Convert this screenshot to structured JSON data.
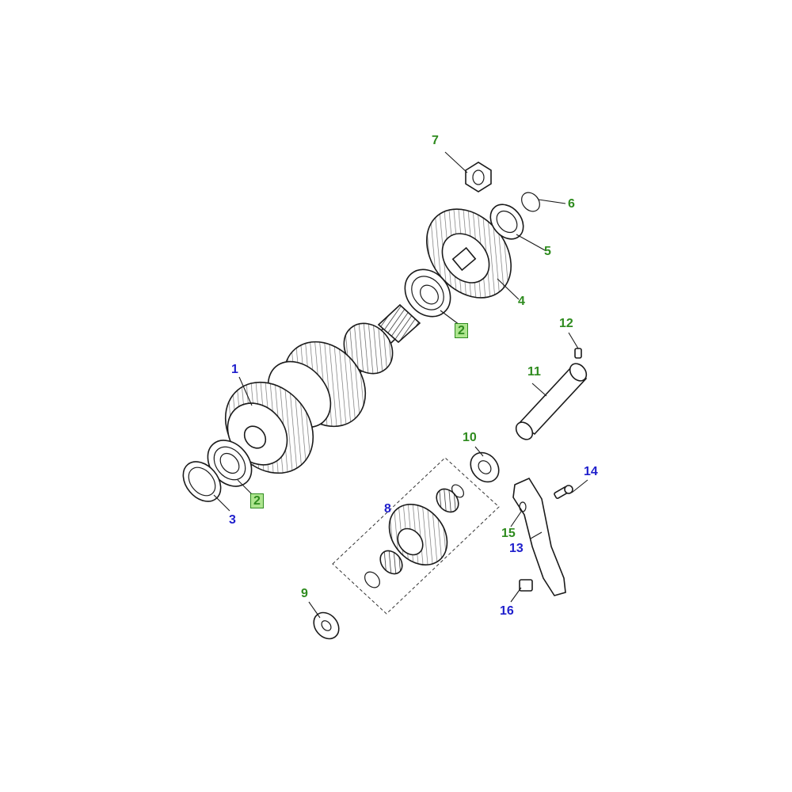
{
  "colors": {
    "primary_callout": "#1f1fcc",
    "secondary_callout": "#2e8b1e",
    "boxed_callout_fill": "#aee58f"
  },
  "callouts": [
    {
      "id": "c1",
      "text": "1",
      "style": "blue"
    },
    {
      "id": "c2a",
      "text": "2",
      "style": "boxed"
    },
    {
      "id": "c2b",
      "text": "2",
      "style": "boxed"
    },
    {
      "id": "c3",
      "text": "3",
      "style": "blue"
    },
    {
      "id": "c4",
      "text": "4",
      "style": "green"
    },
    {
      "id": "c5",
      "text": "5",
      "style": "green"
    },
    {
      "id": "c6",
      "text": "6",
      "style": "green"
    },
    {
      "id": "c7",
      "text": "7",
      "style": "green"
    },
    {
      "id": "c8",
      "text": "8",
      "style": "blue"
    },
    {
      "id": "c9",
      "text": "9",
      "style": "green"
    },
    {
      "id": "c10",
      "text": "10",
      "style": "green"
    },
    {
      "id": "c11",
      "text": "11",
      "style": "green"
    },
    {
      "id": "c12",
      "text": "12",
      "style": "green"
    },
    {
      "id": "c13",
      "text": "13",
      "style": "blue"
    },
    {
      "id": "c14",
      "text": "14",
      "style": "blue"
    },
    {
      "id": "c15",
      "text": "15",
      "style": "green"
    },
    {
      "id": "c16",
      "text": "16",
      "style": "blue"
    }
  ]
}
